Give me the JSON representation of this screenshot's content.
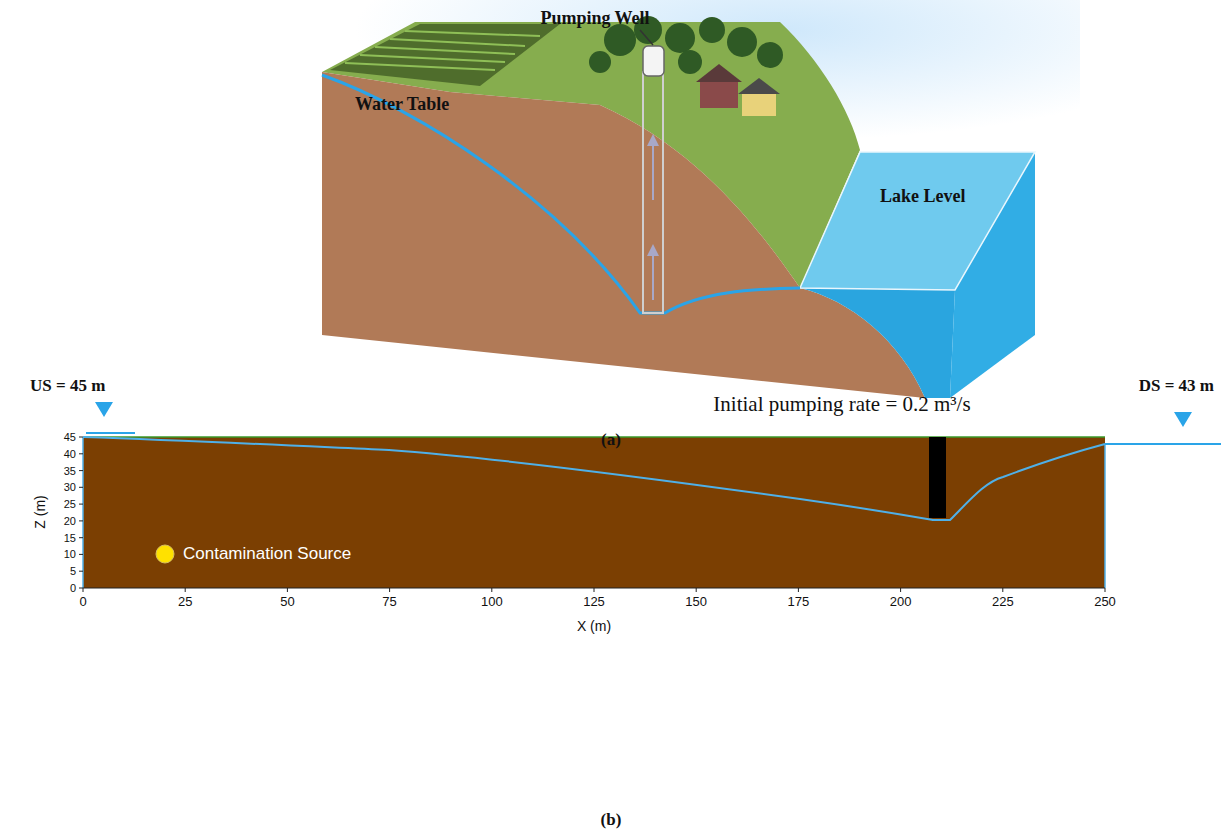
{
  "diagram": {
    "labels": [
      "Pumping Well",
      "Water Table",
      "Lake Level",
      "(a)",
      "US = 45 m",
      "Initial pumping rate = 0.2 m³/s",
      "DS = 43 m",
      "Contamination Source",
      "Z (m)",
      "45",
      "40",
      "35",
      "30",
      "25",
      "20",
      "15",
      "10",
      "5",
      "0",
      "0",
      "25",
      "50",
      "75",
      "100",
      "125",
      "150",
      "175",
      "200",
      "225",
      "250",
      "X (m)",
      "(b)"
    ]
  }
}
